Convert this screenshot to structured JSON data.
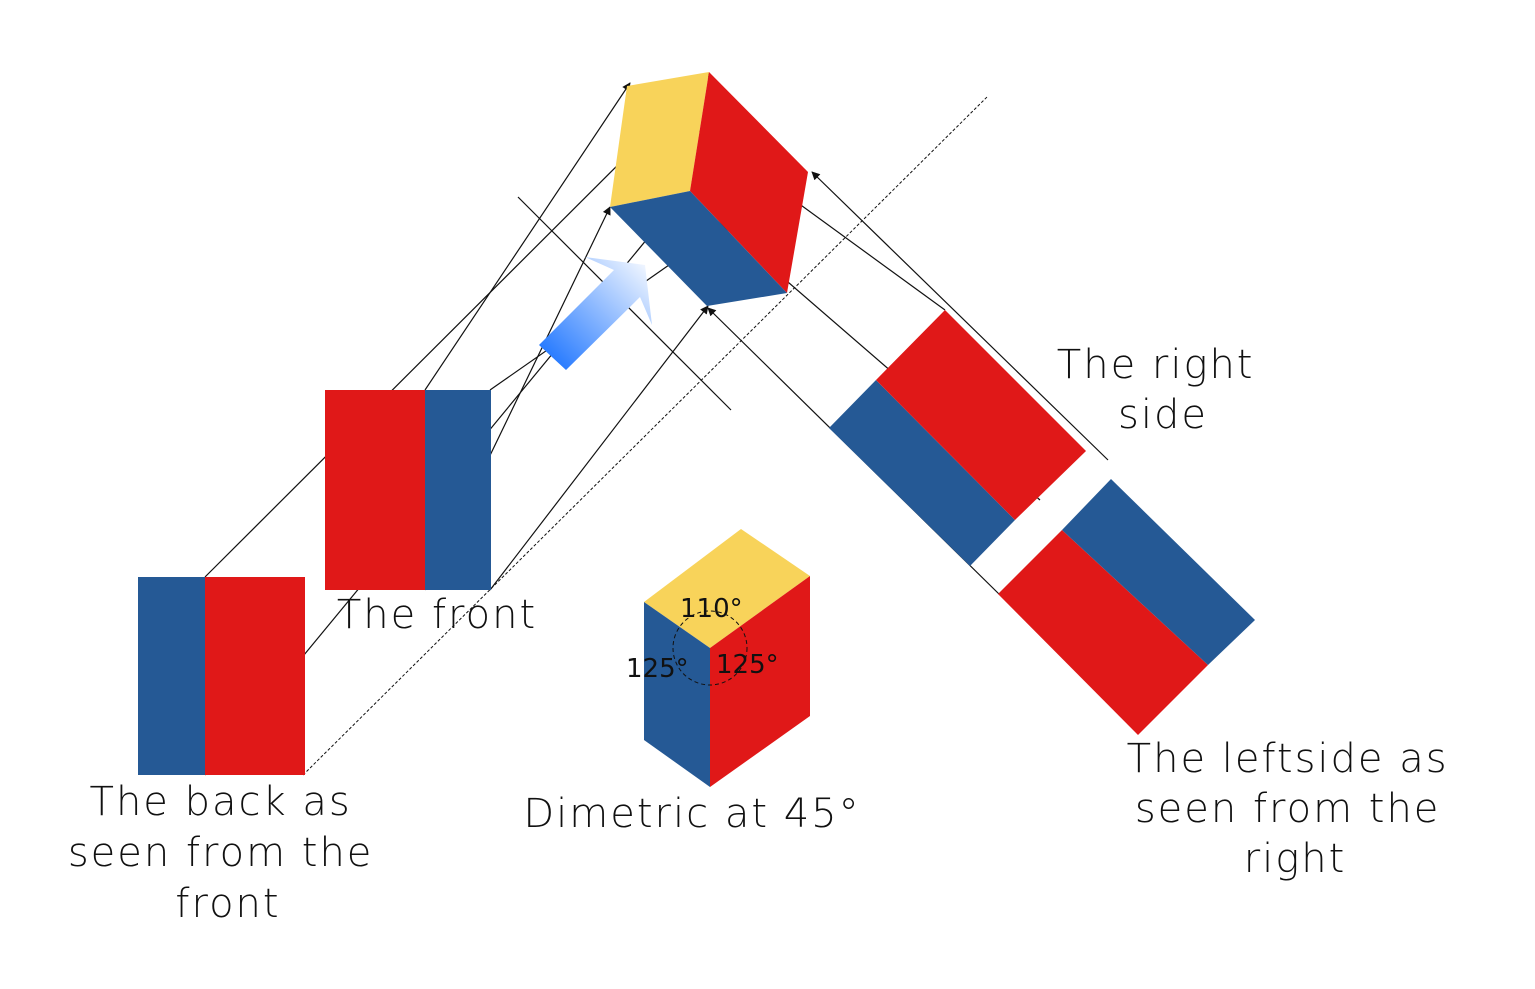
{
  "colors": {
    "blue": "#255995",
    "red": "#e01818",
    "yellow": "#f8d35a",
    "line": "#111111",
    "arrow_start": "#0f6cff",
    "arrow_end": "#ffffff"
  },
  "labels": {
    "back": [
      "The back as",
      "seen from the",
      "front"
    ],
    "front": [
      "The front"
    ],
    "right_side": [
      "The right",
      "side"
    ],
    "left_side": [
      "The leftside as",
      "seen from the",
      "right"
    ],
    "dimetric": [
      "Dimetric at 45°"
    ]
  },
  "angles": {
    "top": "110°",
    "left": "125°",
    "right": "125°"
  }
}
